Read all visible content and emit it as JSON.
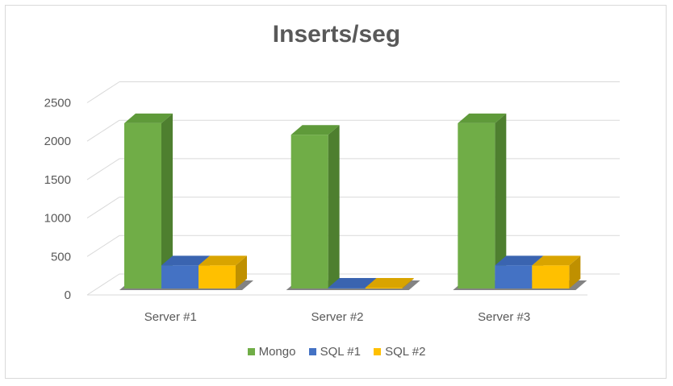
{
  "chart_data": {
    "type": "bar",
    "title": "Inserts/seg",
    "categories": [
      "Server #1",
      "Server #2",
      "Server #3"
    ],
    "series": [
      {
        "name": "Mongo",
        "values": [
          2150,
          2000,
          2150
        ]
      },
      {
        "name": "SQL #1",
        "values": [
          300,
          10,
          300
        ]
      },
      {
        "name": "SQL #2",
        "values": [
          300,
          10,
          300
        ]
      }
    ],
    "y_ticks": [
      "0",
      "500",
      "1000",
      "1500",
      "2000",
      "2500"
    ],
    "ylim": [
      0,
      2500
    ],
    "grid": true,
    "legend_position": "bottom",
    "colors": {
      "Mongo": {
        "front": "#70ad47",
        "side": "#4e7f2f",
        "top": "#5f9a3a"
      },
      "SQL #1": {
        "front": "#4472c4",
        "side": "#2f5597",
        "top": "#3a64b0"
      },
      "SQL #2": {
        "front": "#ffc000",
        "side": "#bf9000",
        "top": "#d9a400"
      }
    }
  }
}
